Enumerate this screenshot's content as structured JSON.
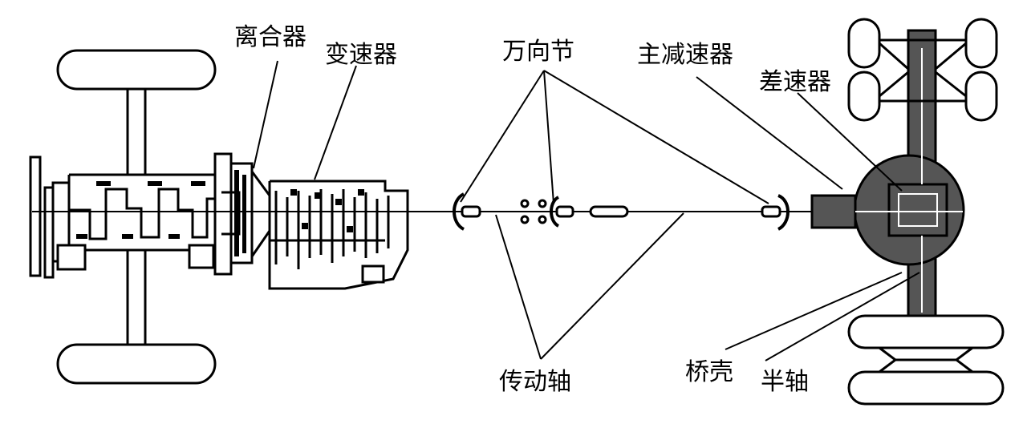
{
  "labels": {
    "clutch": "离合器",
    "gearbox": "变速器",
    "universal_joint": "万向节",
    "final_drive": "主减速器",
    "differential": "差速器",
    "drive_shaft": "传动轴",
    "axle_housing": "桥壳",
    "half_shaft": "半轴"
  }
}
